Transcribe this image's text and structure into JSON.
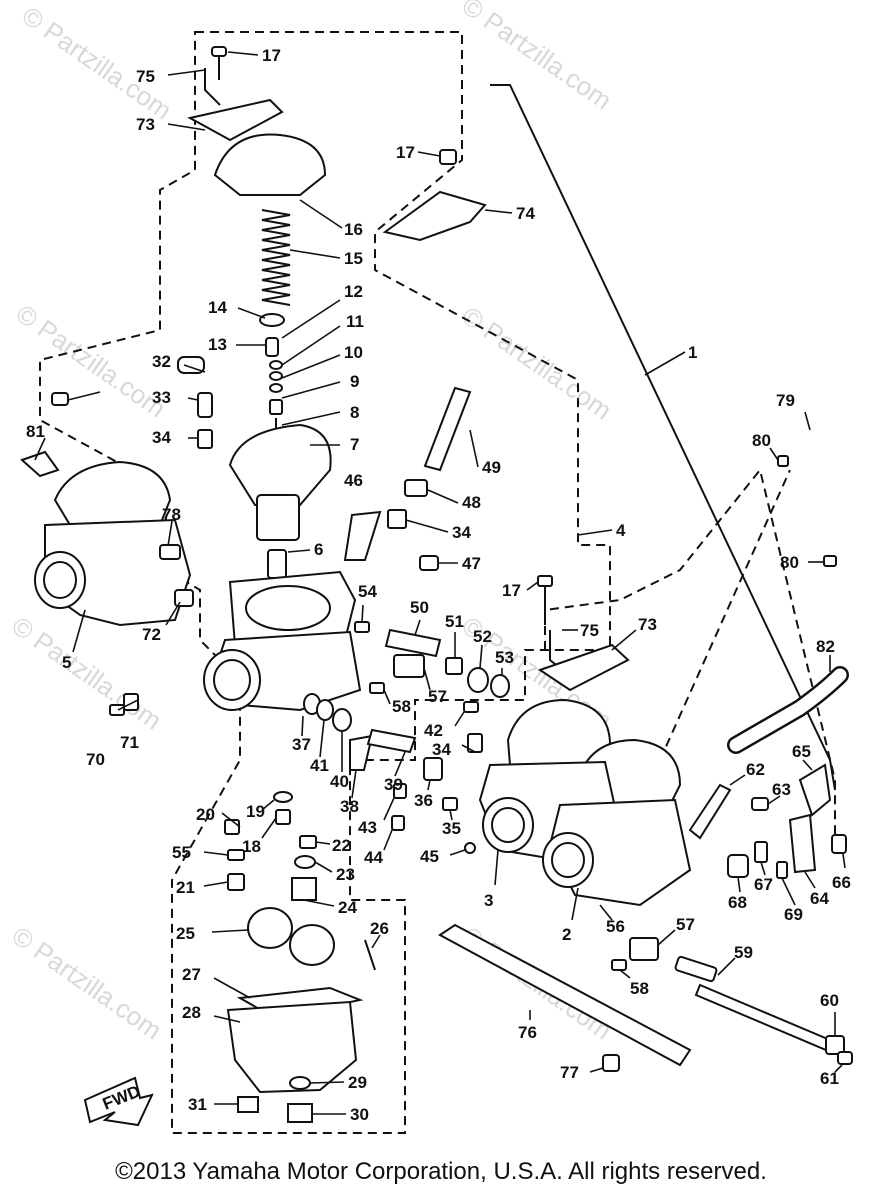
{
  "watermarks": [
    "© Partzilla.com",
    "© Partzilla.com",
    "© Partzilla.com",
    "© Partzilla.com",
    "© Partzilla.com",
    "© Partzilla.com",
    "© Partzilla.com",
    "© Partzilla.com"
  ],
  "callouts": [
    "17",
    "75",
    "73",
    "16",
    "15",
    "14",
    "12",
    "11",
    "13",
    "10",
    "9",
    "8",
    "7",
    "32",
    "33",
    "34",
    "81",
    "78",
    "5",
    "72",
    "70",
    "71",
    "6",
    "46",
    "49",
    "48",
    "34",
    "47",
    "54",
    "50",
    "51",
    "52",
    "53",
    "57",
    "58",
    "42",
    "34",
    "37",
    "41",
    "40",
    "38",
    "39",
    "36",
    "43",
    "44",
    "35",
    "45",
    "20",
    "19",
    "18",
    "55",
    "22",
    "23",
    "21",
    "24",
    "25",
    "26",
    "27",
    "28",
    "29",
    "30",
    "31",
    "17",
    "74",
    "1",
    "79",
    "80",
    "80",
    "4",
    "17",
    "75",
    "73",
    "82",
    "65",
    "62",
    "63",
    "66",
    "64",
    "69",
    "67",
    "68",
    "3",
    "2",
    "56",
    "57",
    "58",
    "59",
    "60",
    "61",
    "76",
    "77"
  ],
  "fwd_label": "FWD",
  "copyright": "©2013  Yamaha Motor Corporation, U.S.A. All rights reserved."
}
